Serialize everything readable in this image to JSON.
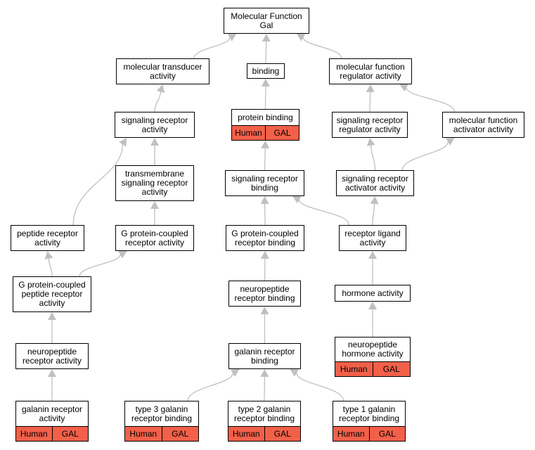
{
  "edge_color": "#c0c0c0",
  "highlight_color": "#f26049",
  "nodes": {
    "root": {
      "label": "Molecular Function\nGal"
    },
    "transducer": {
      "label": "molecular transducer\nactivity"
    },
    "binding": {
      "label": "binding"
    },
    "regulator": {
      "label": "molecular function\nregulator activity"
    },
    "signaling_receptor_activity": {
      "label": "signaling receptor\nactivity"
    },
    "protein_binding": {
      "label": "protein binding",
      "tags": [
        "Human",
        "GAL"
      ]
    },
    "sr_regulator": {
      "label": "signaling receptor\nregulator activity"
    },
    "mf_activator": {
      "label": "molecular function\nactivator activity"
    },
    "transmembrane": {
      "label": "transmembrane\nsignaling receptor\nactivity"
    },
    "sr_binding": {
      "label": "signaling receptor\nbinding"
    },
    "sr_activator": {
      "label": "signaling receptor\nactivator activity"
    },
    "peptide_receptor": {
      "label": "peptide receptor\nactivity"
    },
    "gpcr_activity": {
      "label": "G protein-coupled\nreceptor activity"
    },
    "gpcr_binding": {
      "label": "G protein-coupled\nreceptor binding"
    },
    "receptor_ligand": {
      "label": "receptor ligand\nactivity"
    },
    "gpc_peptide_receptor": {
      "label": "G protein-coupled\npeptide receptor\nactivity"
    },
    "np_receptor_binding": {
      "label": "neuropeptide\nreceptor binding"
    },
    "hormone": {
      "label": "hormone activity"
    },
    "np_receptor_activity": {
      "label": "neuropeptide\nreceptor activity"
    },
    "galanin_receptor_binding": {
      "label": "galanin receptor\nbinding"
    },
    "np_hormone": {
      "label": "neuropeptide\nhormone activity",
      "tags": [
        "Human",
        "GAL"
      ]
    },
    "galanin_receptor_activity": {
      "label": "galanin receptor\nactivity",
      "tags": [
        "Human",
        "GAL"
      ]
    },
    "type3": {
      "label": "type 3 galanin\nreceptor binding",
      "tags": [
        "Human",
        "GAL"
      ]
    },
    "type2": {
      "label": "type 2 galanin\nreceptor binding",
      "tags": [
        "Human",
        "GAL"
      ]
    },
    "type1": {
      "label": "type 1 galanin\nreceptor binding",
      "tags": [
        "Human",
        "GAL"
      ]
    }
  },
  "edges": [
    [
      "transducer",
      "root"
    ],
    [
      "binding",
      "root"
    ],
    [
      "regulator",
      "root"
    ],
    [
      "signaling_receptor_activity",
      "transducer"
    ],
    [
      "protein_binding",
      "binding"
    ],
    [
      "sr_regulator",
      "regulator"
    ],
    [
      "mf_activator",
      "regulator"
    ],
    [
      "transmembrane",
      "signaling_receptor_activity"
    ],
    [
      "peptide_receptor",
      "signaling_receptor_activity"
    ],
    [
      "sr_binding",
      "protein_binding"
    ],
    [
      "sr_activator",
      "sr_regulator"
    ],
    [
      "sr_activator",
      "mf_activator"
    ],
    [
      "gpcr_activity",
      "transmembrane"
    ],
    [
      "gpcr_binding",
      "sr_binding"
    ],
    [
      "receptor_ligand",
      "sr_binding"
    ],
    [
      "receptor_ligand",
      "sr_activator"
    ],
    [
      "gpc_peptide_receptor",
      "peptide_receptor"
    ],
    [
      "gpc_peptide_receptor",
      "gpcr_activity"
    ],
    [
      "np_receptor_binding",
      "gpcr_binding"
    ],
    [
      "hormone",
      "receptor_ligand"
    ],
    [
      "np_receptor_activity",
      "gpc_peptide_receptor"
    ],
    [
      "galanin_receptor_binding",
      "np_receptor_binding"
    ],
    [
      "np_hormone",
      "hormone"
    ],
    [
      "galanin_receptor_activity",
      "np_receptor_activity"
    ],
    [
      "type3",
      "galanin_receptor_binding"
    ],
    [
      "type2",
      "galanin_receptor_binding"
    ],
    [
      "type1",
      "galanin_receptor_binding"
    ]
  ]
}
